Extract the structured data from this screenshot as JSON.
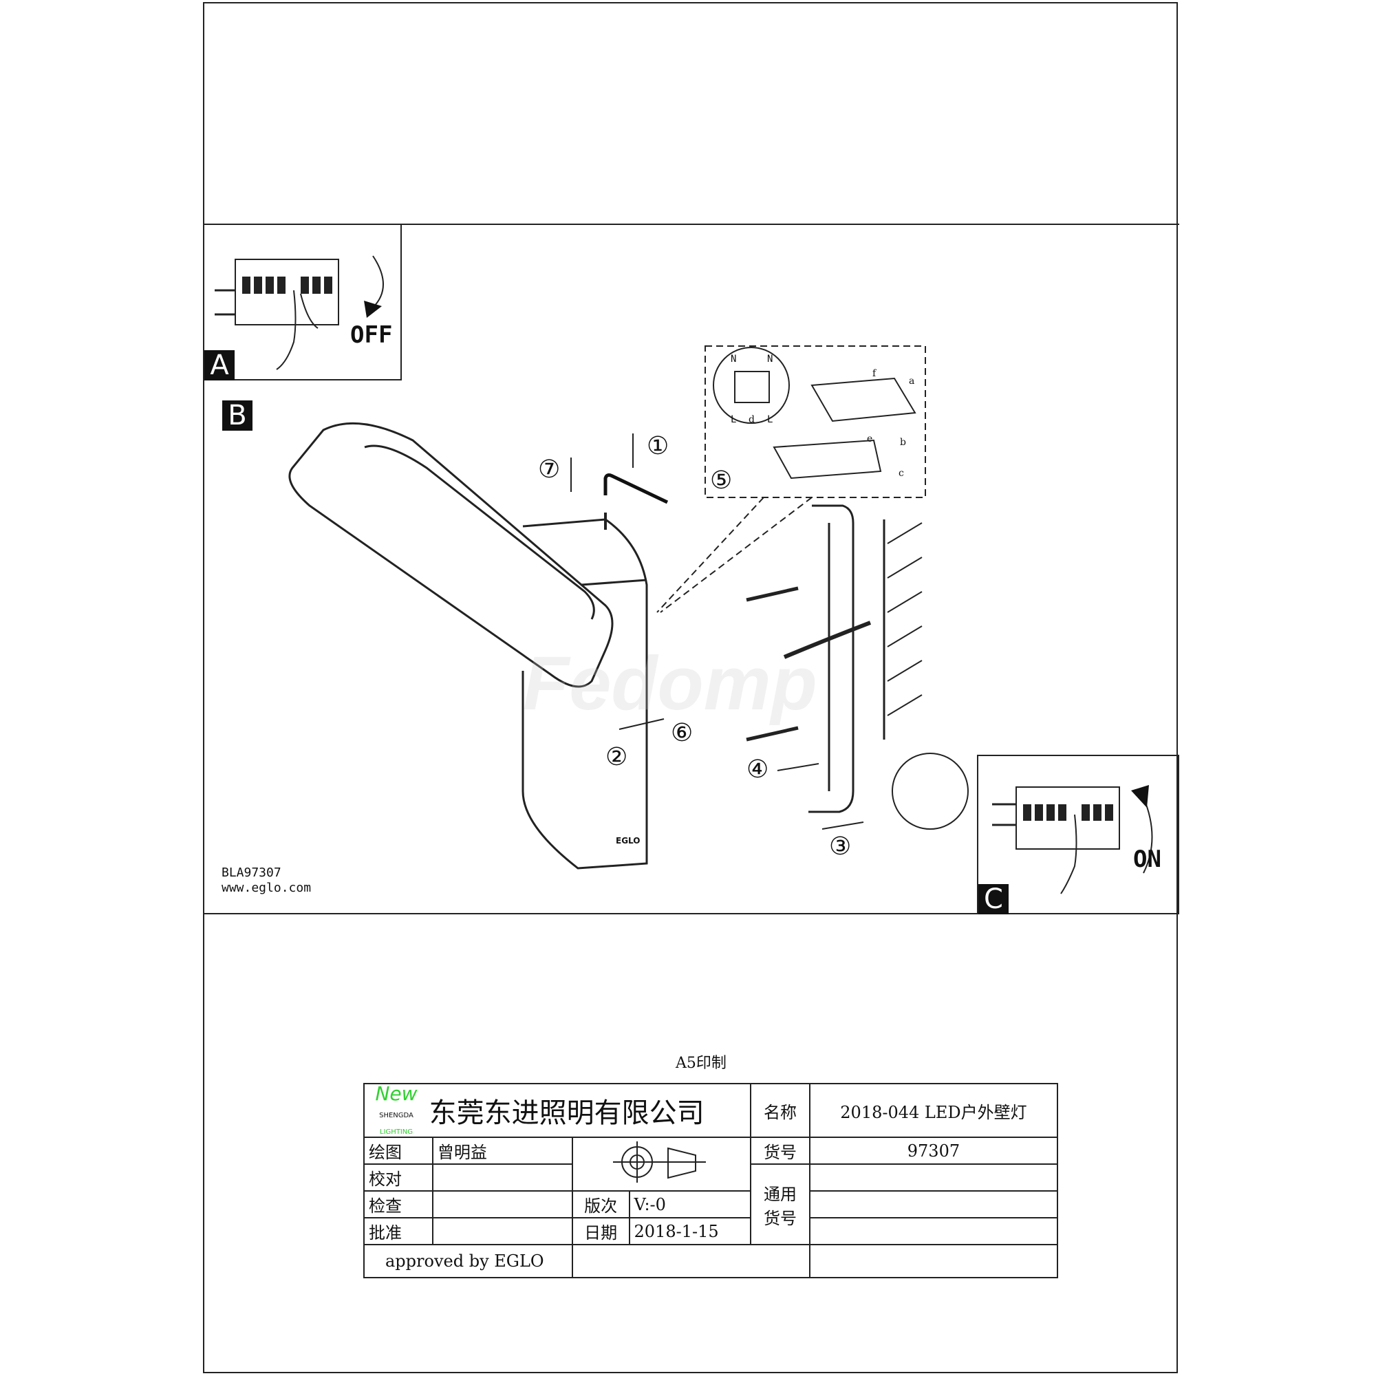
{
  "panels": {
    "a": {
      "tag": "A",
      "switch_label": "OFF"
    },
    "b": {
      "tag": "B",
      "doc_code": "BLA97307",
      "website": "www.eglo.com",
      "product_logo": "EGLO",
      "watermark": "Fedomp"
    },
    "c": {
      "tag": "C",
      "switch_label": "ON"
    }
  },
  "steps": [
    "①",
    "②",
    "③",
    "④",
    "⑤",
    "⑥",
    "⑦"
  ],
  "wiring_labels": {
    "n_left": "N",
    "n_right": "N",
    "l_left": "L",
    "l_right": "L",
    "parts": [
      "a",
      "b",
      "c",
      "d",
      "e",
      "f"
    ]
  },
  "print_note": "A5印制",
  "title_block": {
    "logo": {
      "word": "New",
      "line1": "SHENGDA",
      "line2": "LIGHTING",
      "color": "#2fd12f"
    },
    "company": "东莞东进照明有限公司",
    "name_label": "名称",
    "name_value": "2018-044 LED户外壁灯",
    "drawn_label": "绘图",
    "drawn_value": "曾明益",
    "item_no_label": "货号",
    "item_no_value": "97307",
    "check_label": "校对",
    "inspect_label": "检查",
    "approve_label": "批准",
    "common_item_label": "通用货号",
    "version_label": "版次",
    "version_value": "V:-0",
    "date_label": "日期",
    "date_value": "2018-1-15",
    "approved_by": "approved by EGLO"
  }
}
